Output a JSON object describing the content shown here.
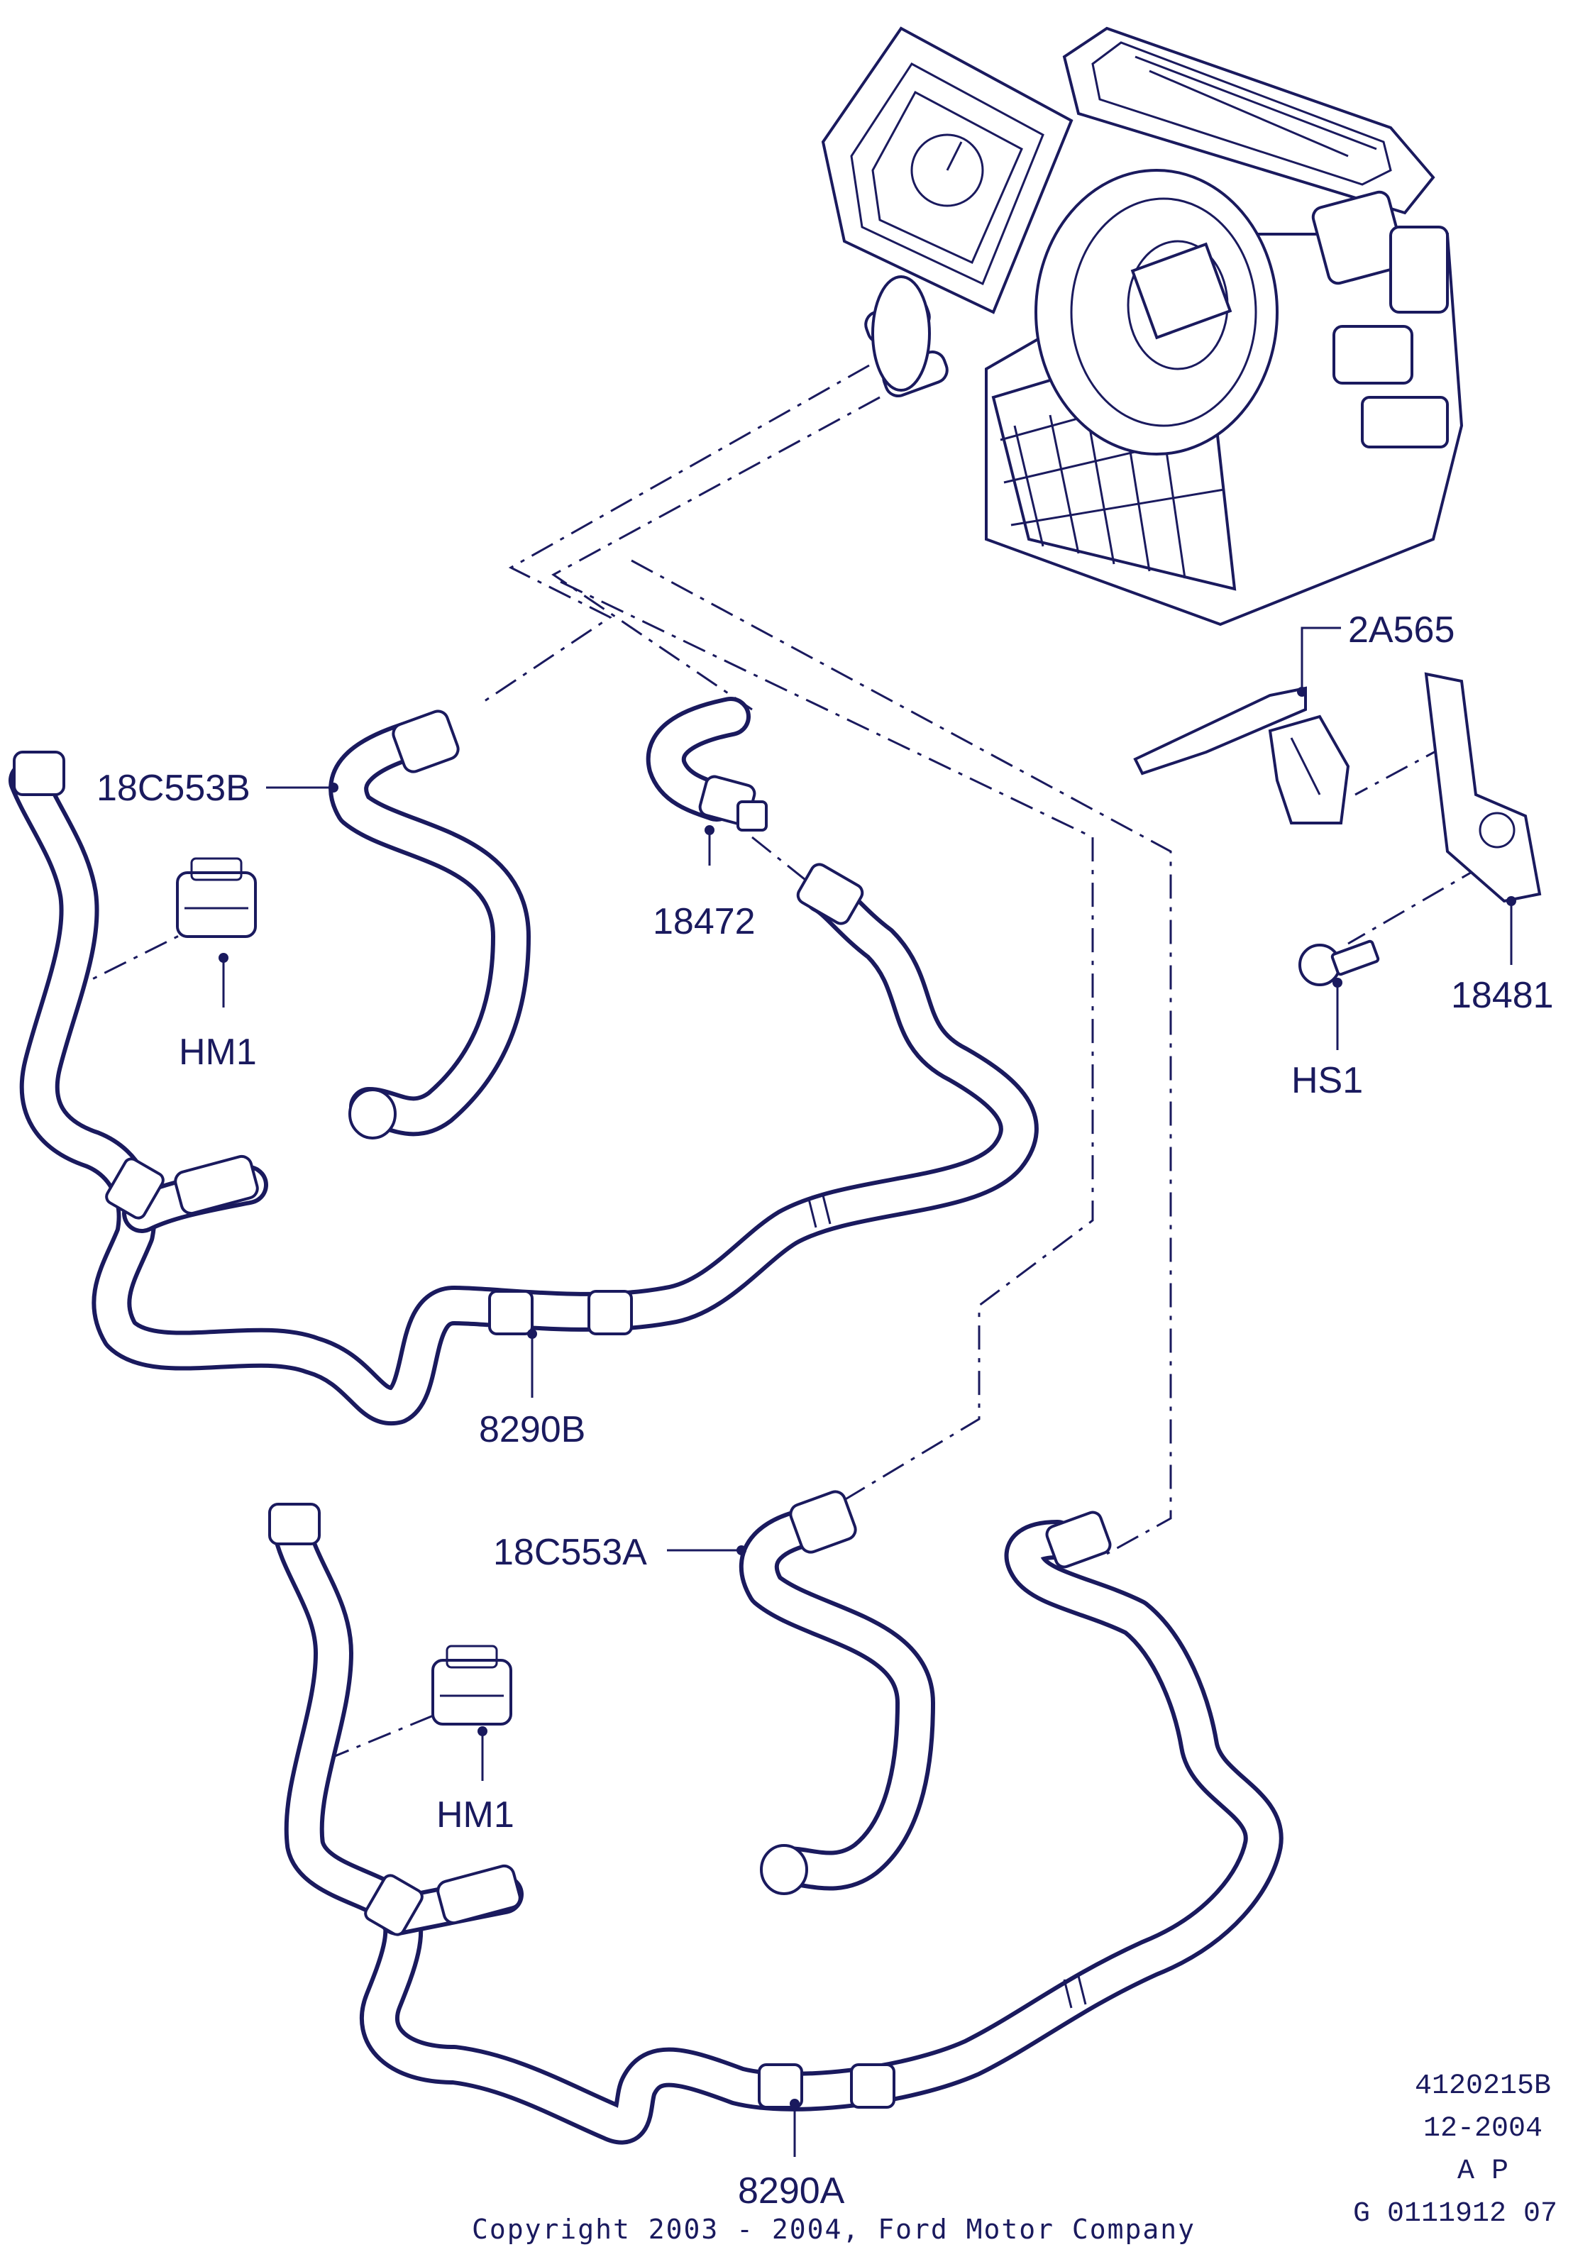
{
  "labels": {
    "p_2a565": "2A565",
    "p_18c553b": "18C553B",
    "p_18472": "18472",
    "p_18481": "18481",
    "p_hm1_top": "HM1",
    "p_hs1": "HS1",
    "p_8290b": "8290B",
    "p_18c553a": "18C553A",
    "p_hm1_bottom": "HM1",
    "p_8290a": "8290A"
  },
  "drawing_info": {
    "ref_number": "4120215B",
    "date": "12-2004",
    "code": "A P",
    "drawing_id": "G 0111912 07"
  },
  "copyright": "Copyright 2003 - 2004, Ford Motor Company",
  "colors": {
    "ink": "#1a1a5e",
    "background": "#ffffff"
  }
}
